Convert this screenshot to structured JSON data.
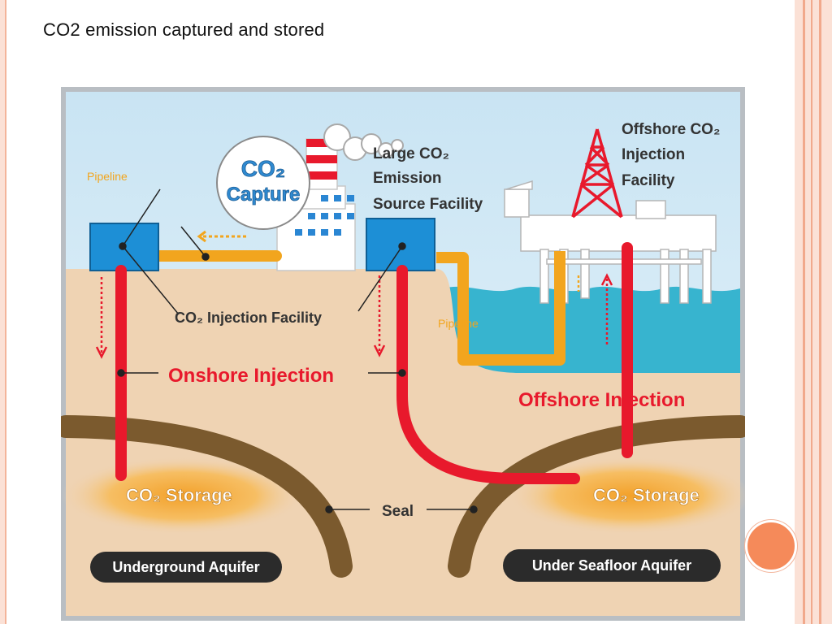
{
  "slide": {
    "title": "CO2 emission captured and stored"
  },
  "diagram": {
    "co2_capture": [
      "CO₂",
      "Capture"
    ],
    "pipeline_left": "Pipeline",
    "pipeline_right": "Pipeline",
    "large_source": [
      "Large CO₂",
      "Emission",
      "Source Facility"
    ],
    "offshore_facility": [
      "Offshore CO₂",
      "Injection",
      "Facility"
    ],
    "injection_facility": "CO₂ Injection Facility",
    "onshore_injection": "Onshore Injection",
    "offshore_injection": "Offshore Injection",
    "storage_left": "CO₂ Storage",
    "storage_right": "CO₂ Storage",
    "seal": "Seal",
    "underground_aquifer": "Underground Aquifer",
    "seafloor_aquifer": "Under Seafloor Aquifer"
  },
  "colors": {
    "injection_red": "#e8192c",
    "pipeline_orange": "#f2a51e",
    "facility_blue": "#1d8fd6",
    "sea": "#37b4cf",
    "ground": "#efd3b3",
    "seal_brown": "#7b5a2e"
  }
}
